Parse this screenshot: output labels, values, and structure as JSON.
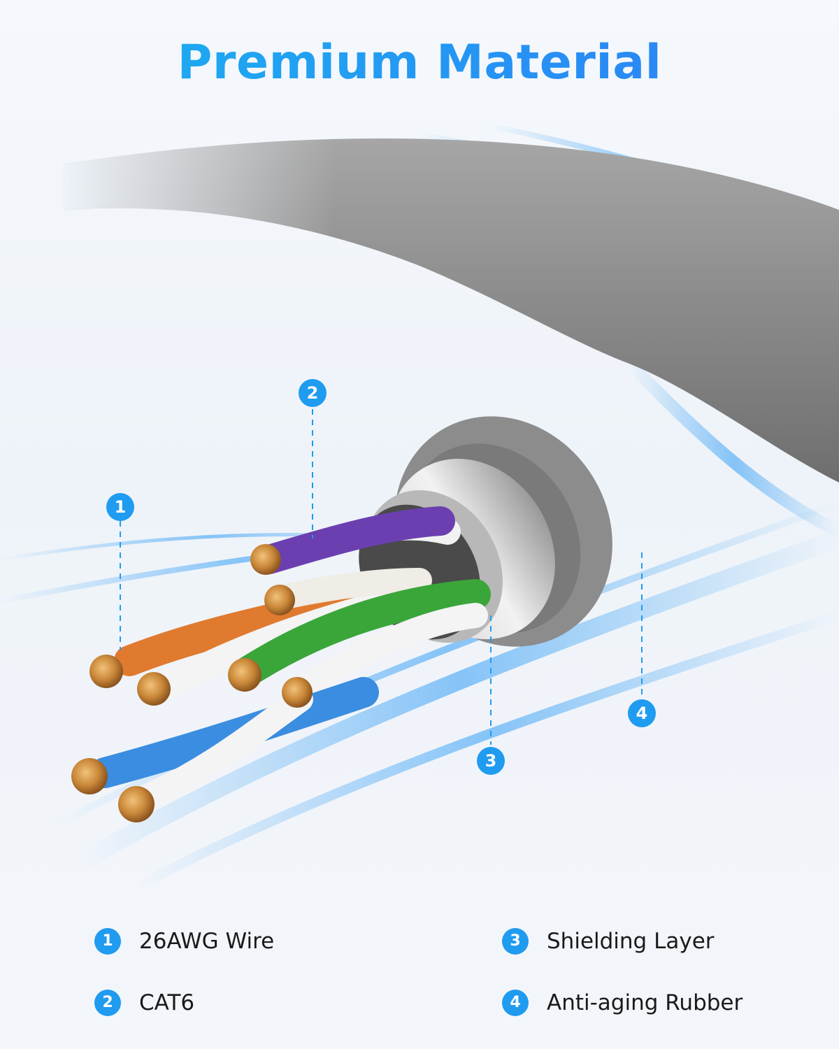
{
  "page": {
    "title": "Premium Material"
  },
  "markers": [
    {
      "number": "1"
    },
    {
      "number": "2"
    },
    {
      "number": "3"
    },
    {
      "number": "4"
    }
  ],
  "legend": [
    {
      "number": "1",
      "label": "26AWG Wire"
    },
    {
      "number": "2",
      "label": "CAT6"
    },
    {
      "number": "3",
      "label": "Shielding Layer"
    },
    {
      "number": "4",
      "label": "Anti-aging Rubber"
    }
  ],
  "colors": {
    "accent": "#1f9bf0",
    "title_gradient_start": "#19b4f0",
    "title_gradient_end": "#2f7df6",
    "jacket": "#8e8e8e",
    "copper": "#c9873e",
    "wire_purple": "#6b3fb0",
    "wire_orange": "#e07a2e",
    "wire_green": "#3aa63a",
    "wire_blue": "#3a8de0"
  }
}
